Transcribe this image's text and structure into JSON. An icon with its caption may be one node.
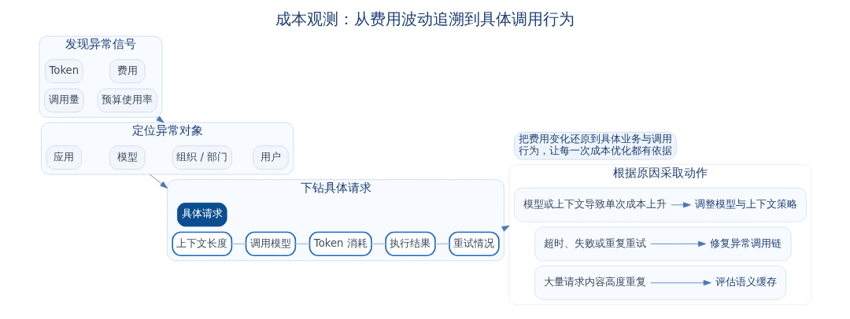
{
  "diagram": {
    "title": "成本观测：从费用波动追溯到具体调用行为",
    "nodes": [
      {
        "text": [
          "发现异常信号"
        ]
      },
      {
        "text": [
          "Token"
        ],
        "in": 0
      },
      {
        "text": [
          "费用"
        ],
        "in": 0
      },
      {
        "text": [
          "调用量"
        ],
        "in": 0
      },
      {
        "text": [
          "预算使用率"
        ],
        "in": 0
      },
      {
        "text": [
          "定位异常对象"
        ]
      },
      {
        "text": [
          "组织 / 部门"
        ],
        "in": 5
      },
      {
        "text": [
          "用户"
        ],
        "in": 5
      },
      {
        "text": [
          "应用"
        ],
        "in": 5
      },
      {
        "text": [
          "模型"
        ],
        "in": 5
      },
      {
        "text": [
          "下钻具体请求"
        ]
      },
      {
        "text": [
          "具体请求"
        ],
        "in": 10
      },
      {
        "text": [
          "上下文长度"
        ],
        "in": 10
      },
      {
        "text": [
          "调用模型"
        ],
        "in": 10
      },
      {
        "text": [
          "Token 消耗"
        ],
        "in": 10
      },
      {
        "text": [
          "执行结果"
        ],
        "in": 10
      },
      {
        "text": [
          "重试情况"
        ],
        "in": 10
      },
      {
        "text": [
          "根据原因采取动作"
        ]
      },
      {
        "text": [],
        "shape": "box",
        "in": 17
      },
      {
        "text": [
          "模型或上下文导致单次成本上升"
        ],
        "in": 18
      },
      {
        "text": [
          "调整模型与上下文策略"
        ],
        "in": 18
      },
      {
        "text": [],
        "shape": "box",
        "in": 17
      },
      {
        "text": [
          "超时、失败或重复重试"
        ],
        "in": 21
      },
      {
        "text": [
          "修复异常调用链"
        ],
        "in": 21
      },
      {
        "text": [],
        "shape": "box",
        "in": 17
      },
      {
        "text": [
          "大量请求内容高度重复"
        ],
        "in": 24
      },
      {
        "text": [
          "评估语义缓存"
        ],
        "in": 24
      },
      {
        "text": [
          "把费用变化还原到具体业务与调用行为，让每一次成本优化都有依据"
        ]
      }
    ],
    "edges": [
      {
        "from": 0,
        "to": 5,
        "arrow": "to"
      },
      {
        "from": 5,
        "to": 10,
        "arrow": "to"
      },
      {
        "from": 10,
        "to": 17,
        "arrow": "to"
      },
      {
        "from": 12,
        "to": 13,
        "arrow": "none",
        "color": "#b9c9de"
      },
      {
        "from": 13,
        "to": 14,
        "arrow": "none",
        "color": "#b9c9de"
      },
      {
        "from": 14,
        "to": 15,
        "arrow": "none",
        "color": "#b9c9de"
      },
      {
        "from": 15,
        "to": 16,
        "arrow": "none",
        "color": "#b9c9de"
      },
      {
        "from": 19,
        "to": 20,
        "arrow": "to"
      },
      {
        "from": 22,
        "to": 23,
        "arrow": "to"
      },
      {
        "from": 25,
        "to": 26,
        "arrow": "to"
      }
    ]
  }
}
